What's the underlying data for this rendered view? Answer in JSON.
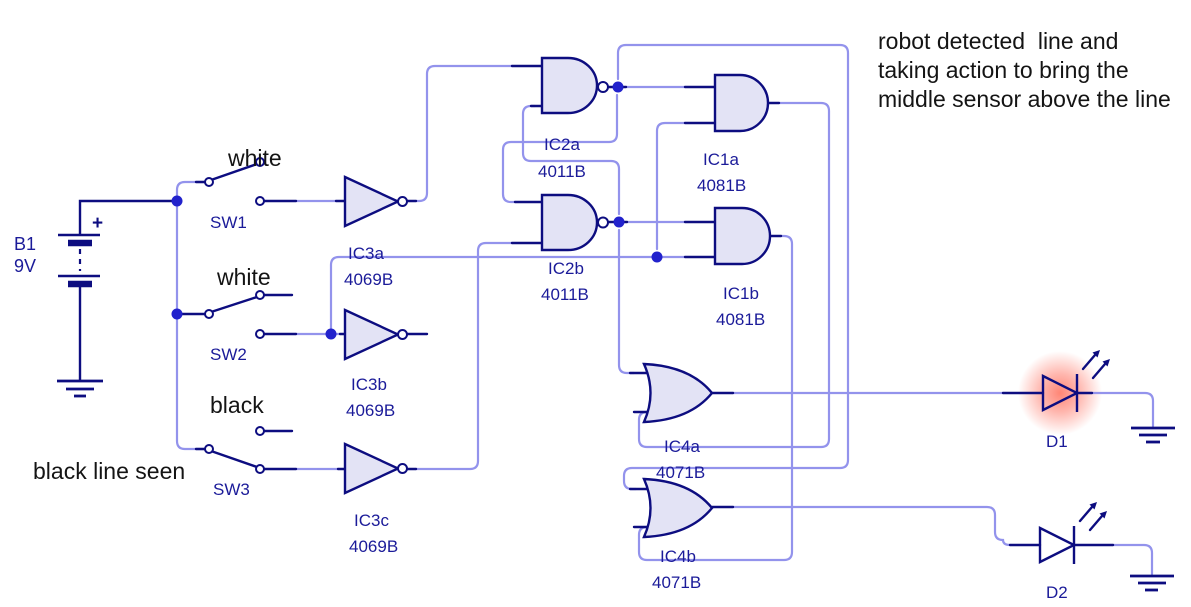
{
  "annotations": {
    "line1": "robot detected  line and",
    "line2": "taking action to bring the",
    "line3": "middle sensor above the line",
    "sw1_state": "white",
    "sw2_state": "white",
    "sw3_state": "black",
    "bottom_note": "black line seen",
    "battery_plus": "+"
  },
  "components": {
    "battery": {
      "ref": "B1",
      "value": "9V"
    },
    "sw1": {
      "ref": "SW1"
    },
    "sw2": {
      "ref": "SW2"
    },
    "sw3": {
      "ref": "SW3"
    },
    "ic3a": {
      "ref": "IC3a",
      "part": "4069B"
    },
    "ic3b": {
      "ref": "IC3b",
      "part": "4069B"
    },
    "ic3c": {
      "ref": "IC3c",
      "part": "4069B"
    },
    "ic2a": {
      "ref": "IC2a",
      "part": "4011B"
    },
    "ic2b": {
      "ref": "IC2b",
      "part": "4011B"
    },
    "ic1a": {
      "ref": "IC1a",
      "part": "4081B"
    },
    "ic1b": {
      "ref": "IC1b",
      "part": "4081B"
    },
    "ic4a": {
      "ref": "IC4a",
      "part": "4071B"
    },
    "ic4b": {
      "ref": "IC4b",
      "part": "4071B"
    },
    "d1": {
      "ref": "D1",
      "lit": true
    },
    "d2": {
      "ref": "D2",
      "lit": false
    }
  },
  "colors": {
    "wire": "#9393ec",
    "component_outline": "#0d0d80",
    "junction": "#2222cc",
    "gate_fill": "#e3e3f5",
    "label_text": "#1b1b99",
    "annotation_text": "#141414",
    "led_glow": "#ff8577",
    "background": "#ffffff"
  }
}
